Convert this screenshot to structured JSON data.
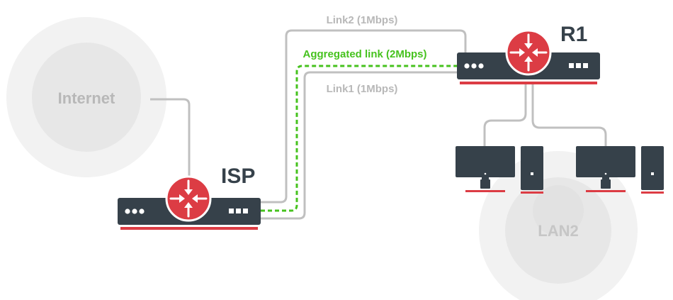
{
  "nodes": {
    "internet": {
      "label": "Internet"
    },
    "lan": {
      "label": "LAN2"
    },
    "isp_router": {
      "label": "ISP"
    },
    "r1_router": {
      "label": "R1"
    }
  },
  "links": {
    "link2": {
      "label": "Link2 (1Mbps)"
    },
    "aggregated": {
      "label": "Aggregated link (2Mbps)"
    },
    "link1": {
      "label": "Link1 (1Mbps)"
    }
  },
  "colors": {
    "device_body": "#36414a",
    "router_red": "#dc3c44",
    "accent_red": "#dc3c44",
    "cloud_outer": "#f2f2f2",
    "cloud_inner": "#e7e7e7",
    "cable_gray": "#c0c0c0",
    "aggregated_green": "#46c21e",
    "label_gray": "#b8b8b8",
    "device_label": "#36414a"
  }
}
